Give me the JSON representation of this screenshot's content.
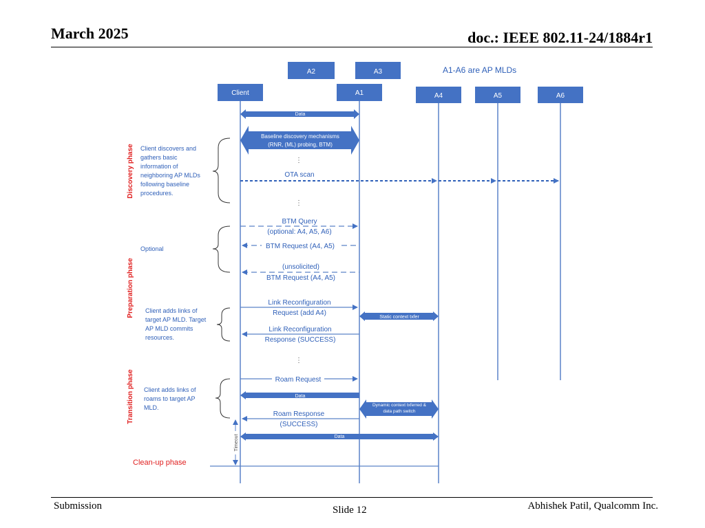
{
  "header": {
    "date": "March 2025",
    "doc_id": "doc.: IEEE 802.11-24/1884r1"
  },
  "footer": {
    "left": "Submission",
    "center": "Slide 12",
    "right": "Abhishek Patil, Qualcomm Inc."
  },
  "diagram": {
    "note": "A1-A6 are AP MLDs",
    "entities": {
      "a2": "A2",
      "a3": "A3",
      "client": "Client",
      "a1": "A1",
      "a4": "A4",
      "a5": "A5",
      "a6": "A6"
    },
    "phases": {
      "discovery": "Discovery phase",
      "preparation": "Preparation phase",
      "transition": "Transition phase",
      "cleanup": "Clean-up phase"
    },
    "annotations": {
      "discovery": [
        "Client discovers and",
        "gathers basic",
        "information of",
        "neighboring AP MLDs",
        "following baseline",
        "procedures."
      ],
      "optional": [
        "Optional"
      ],
      "prep_links": [
        "Client adds links of",
        "target AP MLD. Target",
        "AP MLD commits",
        "resources."
      ],
      "transition": [
        "Client adds links of",
        "roams to target AP",
        "MLD."
      ]
    },
    "messages": {
      "data1": "Data",
      "baseline_1": "Baseline discovery mechanisms",
      "baseline_2": "(RNR, (ML) probing, BTM)",
      "ota_scan": "OTA scan",
      "btm_query_1": "BTM Query",
      "btm_query_2": "(optional: A4, A5, A6)",
      "btm_request": "BTM Request (A4, A5)",
      "unsolicited_1": "(unsolicited)",
      "unsolicited_2": "BTM Request (A4, A5)",
      "link_req_1": "Link Reconfiguration",
      "link_req_2": "Request (add A4)",
      "static_ctx": "Static context txfer",
      "link_resp_1": "Link Reconfiguration",
      "link_resp_2": "Response (SUCCESS)",
      "roam_request": "Roam Request",
      "data2": "Data",
      "dyn_ctx_1": "Dynamic context txferred &",
      "dyn_ctx_2": "data path switch",
      "roam_resp_1": "Roam Response",
      "roam_resp_2": "(SUCCESS)",
      "data3": "Data",
      "timeout": "Timeout",
      "ellipsis": "⋮"
    },
    "colors": {
      "box_fill": "#4472c4",
      "line": "#5a82c8",
      "phase_red": "#e02020",
      "annotation_blue": "#2e5fb8"
    }
  }
}
